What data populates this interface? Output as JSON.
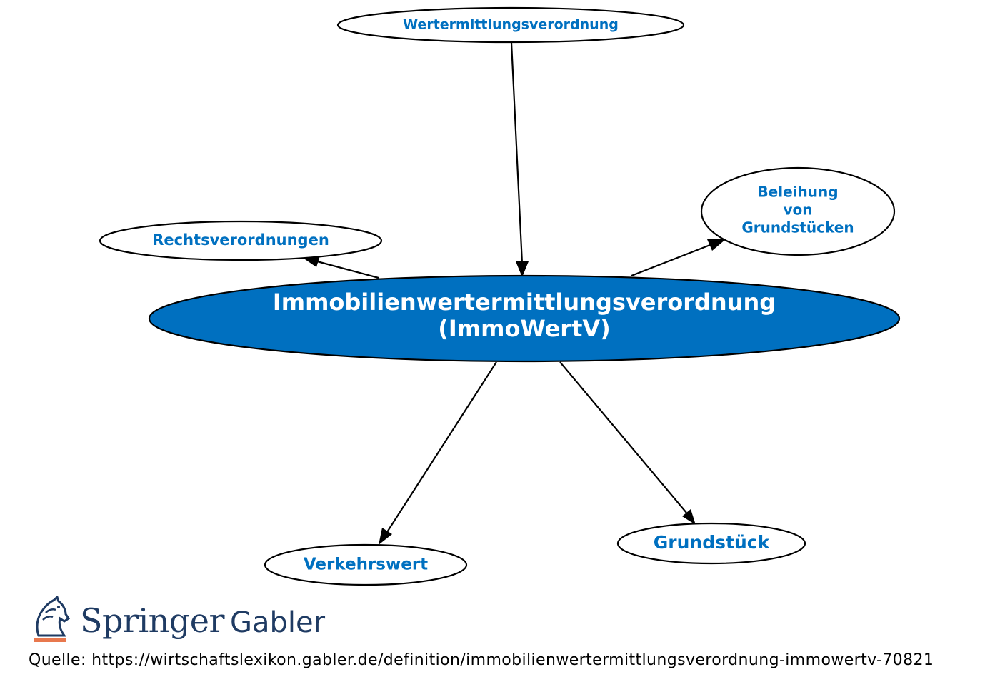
{
  "diagram": {
    "center": {
      "line1": "Immobilienwertermittlungsverordnung",
      "line2": "(ImmoWertV)",
      "fill": "#0070c0"
    },
    "nodes": {
      "wertermittlung": "Wertermittlungsverordnung",
      "rechtsverordnungen": "Rechtsverordnungen",
      "beleihung_line1": "Beleihung",
      "beleihung_line2": "von",
      "beleihung_line3": "Grundstücken",
      "verkehrswert": "Verkehrswert",
      "grundstueck": "Grundstück"
    },
    "label_color": "#0070c0"
  },
  "branding": {
    "logo_primary": "Springer",
    "logo_secondary": "Gabler",
    "logo_color": "#1f3b63",
    "accent_color": "#e8784e"
  },
  "footer": {
    "source": "Quelle: https://wirtschaftslexikon.gabler.de/definition/immobilienwertermittlungsverordnung-immowertv-70821"
  }
}
